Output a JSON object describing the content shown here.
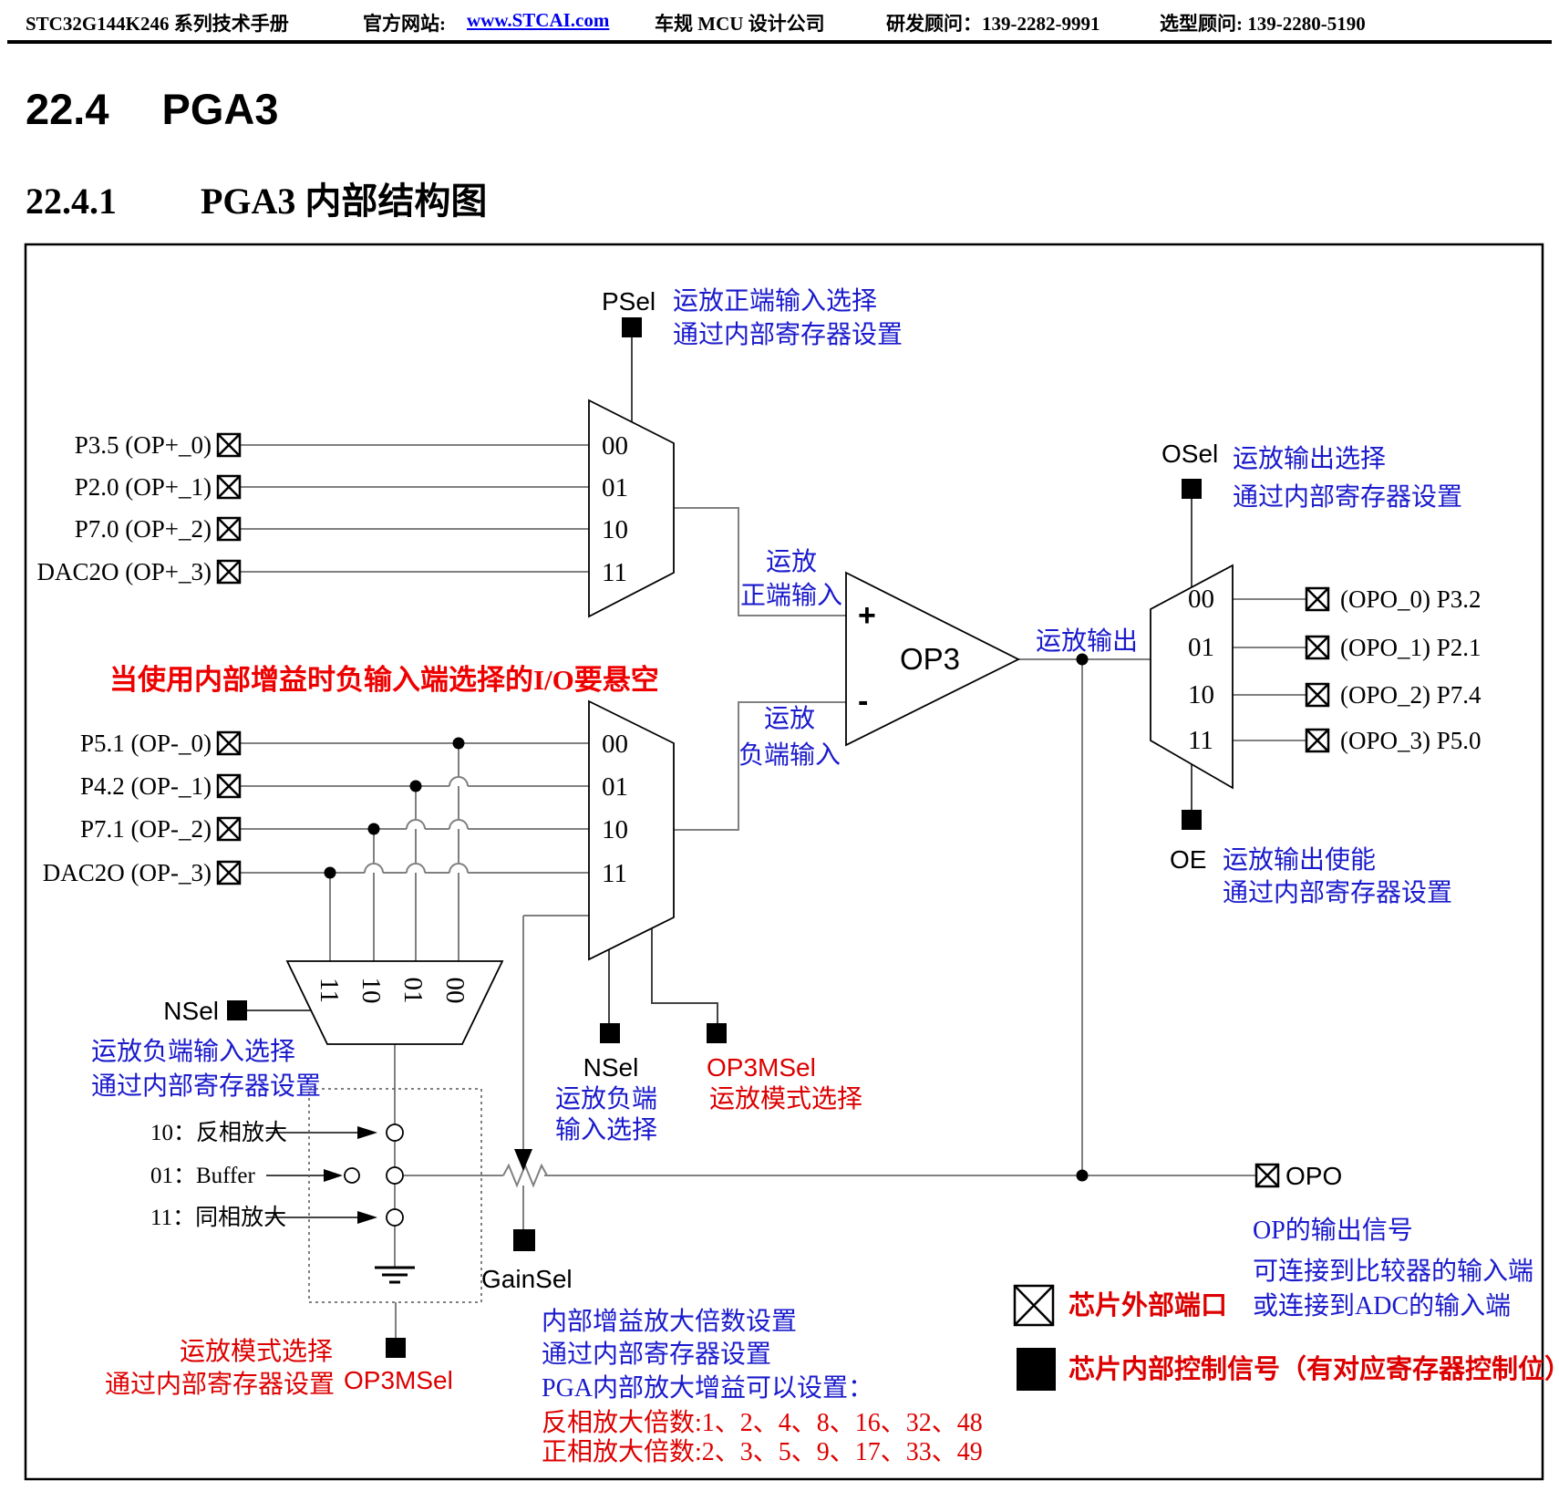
{
  "header": {
    "manual": "STC32G144K246 系列技术手册",
    "site_label": "官方网站: ",
    "site_link": "www.STCAI.com",
    "company": "车规 MCU 设计公司",
    "rd_contact": "研发顾问：139-2282-9991",
    "sel_contact": "选型顾问: 139-2280-5190"
  },
  "sections": {
    "h1_num": "22.4",
    "h1_title": "PGA3",
    "h2_num": "22.4.1",
    "h2_title": "PGA3 内部结构图"
  },
  "colors": {
    "blue": "#1a1acc",
    "red": "#dd0000",
    "wire_gray": "#808080",
    "link_blue": "#0000ee"
  },
  "diagram": {
    "psel": {
      "label": "PSel",
      "note1": "运放正端输入选择",
      "note2": "通过内部寄存器设置"
    },
    "pos_inputs": [
      {
        "label": "P3.5 (OP+_0)",
        "sel": "00"
      },
      {
        "label": "P2.0 (OP+_1)",
        "sel": "01"
      },
      {
        "label": "P7.0 (OP+_2)",
        "sel": "10"
      },
      {
        "label": "DAC2O (OP+_3)",
        "sel": "11"
      }
    ],
    "warning": "当使用内部增益时负输入端选择的I/O要悬空",
    "neg_inputs": [
      {
        "label": "P5.1 (OP-_0)",
        "sel": "00"
      },
      {
        "label": "P4.2 (OP-_1)",
        "sel": "01"
      },
      {
        "label": "P7.1 (OP-_2)",
        "sel": "10"
      },
      {
        "label": "DAC2O (OP-_3)",
        "sel": "11"
      }
    ],
    "opamp": {
      "label": "OP3",
      "plus": "+",
      "minus": "-",
      "pos_in1": "运放",
      "pos_in2": "正端输入",
      "neg_in1": "运放",
      "neg_in2": "负端输入",
      "out": "运放输出"
    },
    "osel": {
      "label": "OSel",
      "note1": "运放输出选择",
      "note2": "通过内部寄存器设置"
    },
    "outputs": [
      {
        "sel": "00",
        "label": "(OPO_0) P3.2"
      },
      {
        "sel": "01",
        "label": "(OPO_1) P2.1"
      },
      {
        "sel": "10",
        "label": "(OPO_2) P7.4"
      },
      {
        "sel": "11",
        "label": "(OPO_3) P5.0"
      }
    ],
    "oe": {
      "label": "OE",
      "note1": "运放输出使能",
      "note2": "通过内部寄存器设置"
    },
    "nsel_left": {
      "label": "NSel",
      "note1": "运放负端输入选择",
      "note2": "通过内部寄存器设置",
      "sels": [
        "11",
        "10",
        "01",
        "00"
      ]
    },
    "nsel_mid": {
      "label": "NSel",
      "note1": "运放负端",
      "note2": "输入选择"
    },
    "op3msel_mid": {
      "label": "OP3MSel",
      "note": "运放模式选择"
    },
    "modes": [
      {
        "label": "10：反相放大"
      },
      {
        "label": "01：Buffer"
      },
      {
        "label": "11：同相放大"
      }
    ],
    "mode_note": {
      "line1": "运放模式选择",
      "line2": "通过内部寄存器设置",
      "label": "OP3MSel"
    },
    "gainsel": {
      "label": "GainSel",
      "note1": "内部增益放大倍数设置",
      "note2": "通过内部寄存器设置",
      "note3": "PGA内部放大增益可以设置：",
      "inv_gains": "反相放大倍数:1、2、4、8、16、32、48",
      "noninv_gains": "正相放大倍数:2、3、5、9、17、33、49"
    },
    "opo": {
      "label": "OPO",
      "note1": "OP的输出信号",
      "note2": "可连接到比较器的输入端",
      "note3": "或连接到ADC的输入端"
    },
    "legend": {
      "external": "芯片外部端口",
      "internal": "芯片内部控制信号（有对应寄存器控制位）"
    }
  }
}
